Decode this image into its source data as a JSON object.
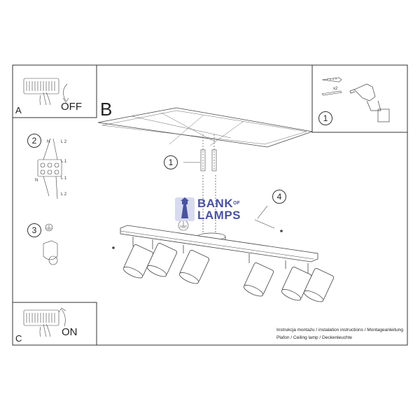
{
  "panels": {
    "a_letter": "A",
    "a_switch": "OFF",
    "b_letter": "B",
    "c_letter": "C",
    "c_switch": "ON"
  },
  "steps": {
    "s1_top": "1",
    "s1_b": "1",
    "s2": "2",
    "s3": "3",
    "s4": "4"
  },
  "wiring": {
    "n1": "N",
    "l2_top": "L 2",
    "l1_a": "L 1",
    "l1_b": "L 1",
    "n2": "N",
    "l2_bottom": "L 2"
  },
  "hardware": {
    "quantity": "x2"
  },
  "watermark": {
    "word1": "BANK",
    "word2": "OF",
    "word3": "LAMPS"
  },
  "caption": {
    "line1": "Instrukcja montażu / instalation instructions / Montageanleitung",
    "line2": "Plafon / Ceiling lamp / Deckenleuchte"
  },
  "colors": {
    "line": "#333333",
    "brand": "#4a52a0"
  }
}
